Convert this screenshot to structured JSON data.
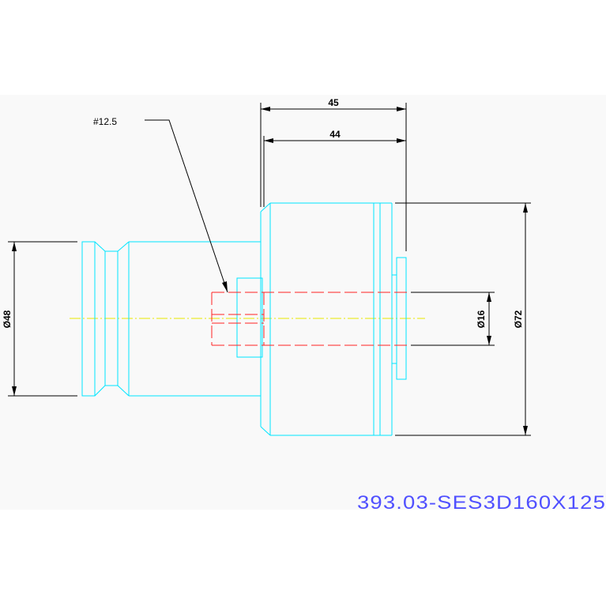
{
  "drawing": {
    "code": "393.03-SES3D160X125",
    "colors": {
      "background": "#ffffff",
      "drawing_area": "#f9f9f9",
      "outline": "#00e5ff",
      "hidden": "#ff2222",
      "centerline": "#e6e600",
      "dimension": "#000000",
      "code": "#5050ff"
    }
  },
  "dimensions": {
    "overall_length": "45",
    "flange_length": "44",
    "shank_diameter": "Ø48",
    "bore_diameter": "Ø16",
    "head_diameter": "Ø72"
  },
  "note": {
    "thread": "#12.5"
  }
}
